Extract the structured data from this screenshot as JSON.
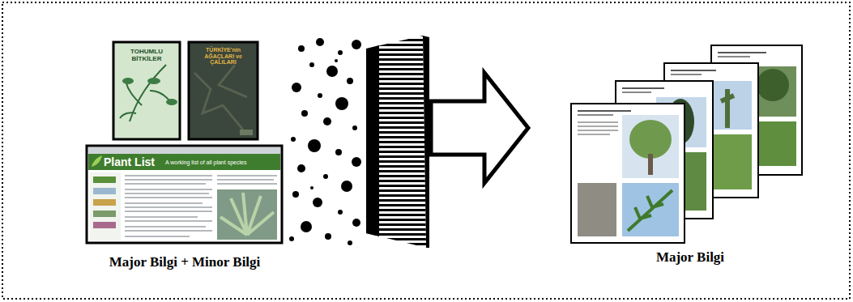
{
  "diagram": {
    "labels": [
      "TOHUMLU BİTKİLER",
      "TÜRKİYE'nin AĞAÇLARI ve ÇALILARI",
      "Plant List",
      "A working list of all plant species",
      "Major Bilgi + Minor Bilgi",
      "Major Bilgi"
    ]
  }
}
